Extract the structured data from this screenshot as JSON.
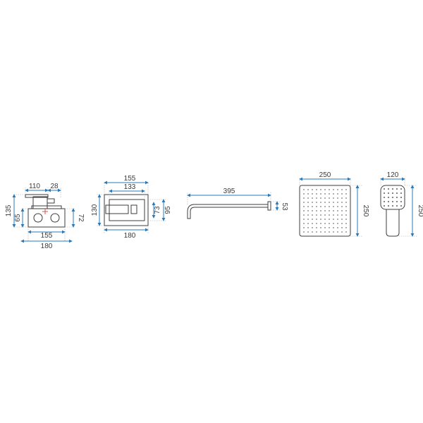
{
  "colors": {
    "dimension_line": "#2a7ab8",
    "part_outline": "#3c3c3c",
    "extension_line": "#a8a8a8",
    "marker_red": "#d9534f",
    "text": "#3a3a3a"
  },
  "mixer_body": {
    "dims": {
      "top_left": "110",
      "top_right": "28",
      "left_outer": "135",
      "left_inner": "65",
      "bottom_inner": "155",
      "bottom_outer": "180",
      "right": "72"
    }
  },
  "wall_box": {
    "dims": {
      "top_outer": "155",
      "top_inner": "133",
      "left": "130",
      "right_inner": "73",
      "right_outer": "95",
      "bottom": "180"
    }
  },
  "spout": {
    "dims": {
      "length": "395",
      "height": "53"
    }
  },
  "rain_shower": {
    "dims": {
      "width": "250",
      "height": "250"
    }
  },
  "hand_shower": {
    "dims": {
      "width": "120",
      "height": "250"
    }
  }
}
